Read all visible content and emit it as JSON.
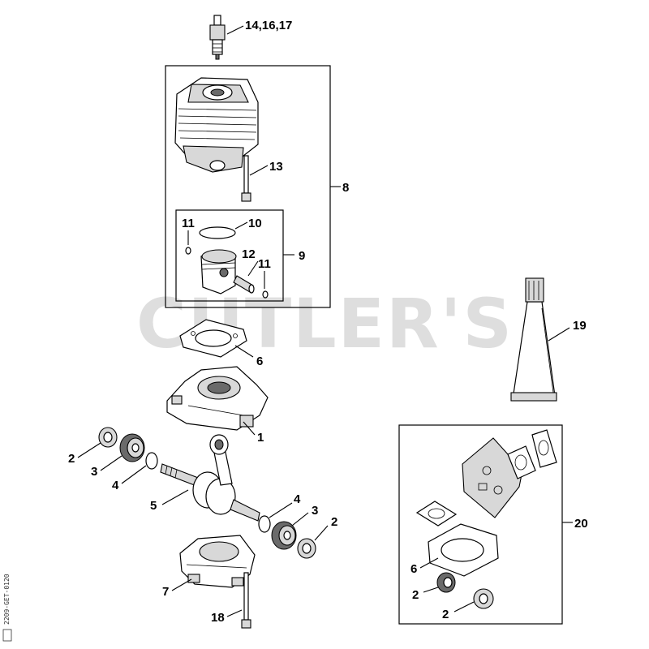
{
  "watermark": "CUTLER'S",
  "diagram_code": "2209-GET-0120",
  "callouts": {
    "c_spark_plug": "14,16,17",
    "c_cylinder_bolt": "13",
    "c_cylinder_kit": "8",
    "c_circlip_left": "11",
    "c_piston_ring": "10",
    "c_piston_pin": "12",
    "c_circlip_right": "11",
    "c_piston_kit": "9",
    "c_sealant_tube": "19",
    "c_gasket_upper": "6",
    "c_crankcase_upper": "1",
    "c_oil_seal_left": "2",
    "c_bearing_left": "3",
    "c_washer_left": "4",
    "c_crankshaft": "5",
    "c_washer_right": "4",
    "c_bearing_right": "3",
    "c_oil_seal_right": "2",
    "c_gasket_set": "20",
    "c_gasket_set_gasket": "6",
    "c_gasket_set_seal_a": "2",
    "c_gasket_set_seal_b": "2",
    "c_crankcase_lower": "7",
    "c_crankcase_bolt": "18"
  }
}
